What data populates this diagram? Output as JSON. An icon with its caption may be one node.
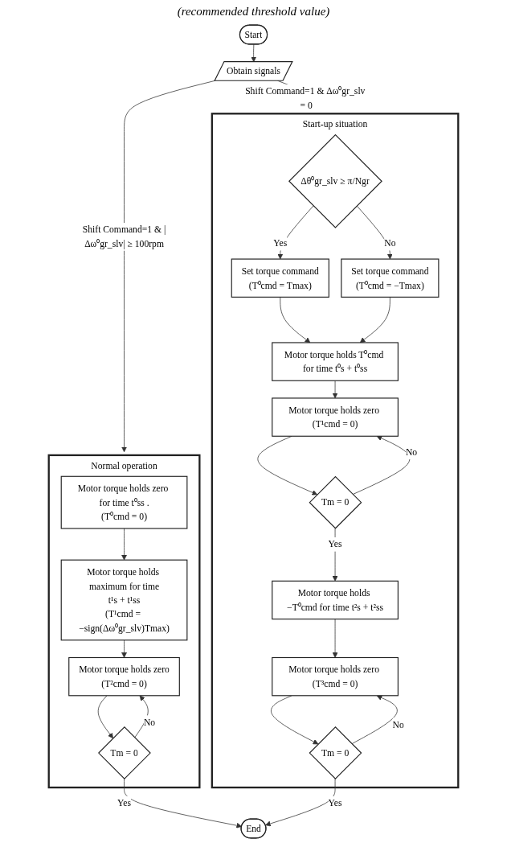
{
  "diagram": {
    "nodes": [
      {
        "text": [
          "Start"
        ]
      },
      {
        "text": [
          "Obtain signals"
        ]
      },
      {
        "text": [
          "Normal operation"
        ]
      },
      {
        "text": [
          "Motor torque holds zero for time t⁰ss .",
          "(T⁰cmd = 0)"
        ],
        "in": 2
      },
      {
        "text": [
          "Motor torque holds maximum for time",
          "t¹s + t¹ss",
          "(T¹cmd = −sign(Δω⁰gr_slv)Tmax)"
        ],
        "in": 2
      },
      {
        "text": [
          "Motor torque holds zero",
          "(T²cmd = 0)"
        ],
        "in": 2
      },
      {
        "text": [
          "Tm = 0"
        ],
        "in": 2
      },
      {
        "text": [
          "Start-up situation"
        ]
      },
      {
        "text": [
          "Δθ⁰gr_slv ≥ π/Ngr"
        ],
        "in": 7
      },
      {
        "text": [
          "Set torque command",
          "(T⁰cmd = Tmax)"
        ],
        "in": 7
      },
      {
        "text": [
          "Set torque command",
          "(T⁰cmd = −Tmax)"
        ],
        "in": 7
      },
      {
        "text": [
          "Motor torque holds T⁰cmd for time t⁰s + t⁰ss"
        ],
        "in": 7
      },
      {
        "text": [
          "Motor torque holds zero (T¹cmd = 0)"
        ],
        "in": 7
      },
      {
        "text": [
          "Tm = 0"
        ],
        "in": 7
      },
      {
        "text": [
          "Motor torque holds −T⁰cmd for time t²s + t²ss"
        ],
        "in": 7
      },
      {
        "text": [
          "Motor torque holds zero (T³cmd = 0)"
        ],
        "in": 7
      },
      {
        "text": [
          "Tm = 0"
        ],
        "in": 7
      },
      {
        "text": [
          "End"
        ]
      }
    ],
    "edges": [
      {
        "from": 0,
        "to": 1,
        "arrow": "to"
      },
      {
        "from": 1,
        "to": 2,
        "arrow": "to",
        "label": "Shift Command=1 & |Δω⁰gr_slv| ≥ 100rpm"
      },
      {
        "from": 1,
        "to": 7,
        "arrow": "to",
        "label": "Shift Command=1 & Δω⁰gr_slv = 0"
      },
      {
        "from": 3,
        "to": 4,
        "arrow": "to"
      },
      {
        "from": 4,
        "to": 5,
        "arrow": "to"
      },
      {
        "from": 5,
        "to": 6,
        "arrow": "to"
      },
      {
        "from": 6,
        "to": 5,
        "arrow": "to",
        "label": "No"
      },
      {
        "from": 6,
        "to": 17,
        "arrow": "to",
        "label": "Yes"
      },
      {
        "from": 8,
        "to": 9,
        "arrow": "to",
        "label": "Yes"
      },
      {
        "from": 8,
        "to": 10,
        "arrow": "to",
        "label": "No"
      },
      {
        "from": 9,
        "to": 11,
        "arrow": "to"
      },
      {
        "from": 10,
        "to": 11,
        "arrow": "to"
      },
      {
        "from": 11,
        "to": 12,
        "arrow": "to"
      },
      {
        "from": 12,
        "to": 13,
        "arrow": "to"
      },
      {
        "from": 13,
        "to": 12,
        "arrow": "to",
        "label": "No"
      },
      {
        "from": 13,
        "to": 14,
        "arrow": "to",
        "label": "Yes"
      },
      {
        "from": 14,
        "to": 15,
        "arrow": "to"
      },
      {
        "from": 15,
        "to": 16,
        "arrow": "to"
      },
      {
        "from": 16,
        "to": 15,
        "arrow": "to",
        "label": "No"
      },
      {
        "from": 16,
        "to": 17,
        "arrow": "to",
        "label": "Yes"
      }
    ],
    "labels": [
      "(recommended threshold value)"
    ]
  }
}
